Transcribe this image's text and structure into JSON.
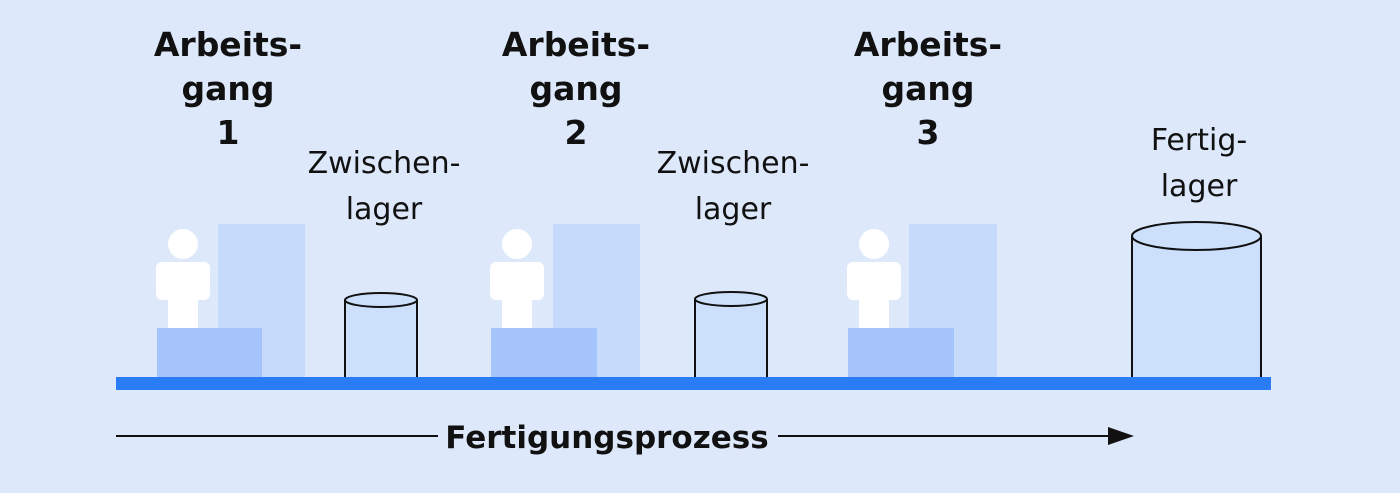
{
  "steps": [
    {
      "title": "Arbeits-\ngang\n1"
    },
    {
      "title": "Arbeits-\ngang\n2"
    },
    {
      "title": "Arbeits-\ngang\n3"
    }
  ],
  "buffers": [
    {
      "label": "Zwischen-\nlager"
    },
    {
      "label": "Zwischen-\nlager"
    }
  ],
  "final_store": {
    "label": "Fertig-\nlager"
  },
  "process_label": "Fertigungsprozess",
  "colors": {
    "background": "#dde9fb",
    "conveyor": "#2a7cf5",
    "workbench": "#a4c4fb",
    "machine": "#c6dbfb",
    "cylinder_fill": "#ccdffb",
    "worker": "#ffffff"
  },
  "icons": [
    "worker-icon",
    "workbench",
    "machine-block",
    "storage-cylinder",
    "arrow-right-icon"
  ]
}
